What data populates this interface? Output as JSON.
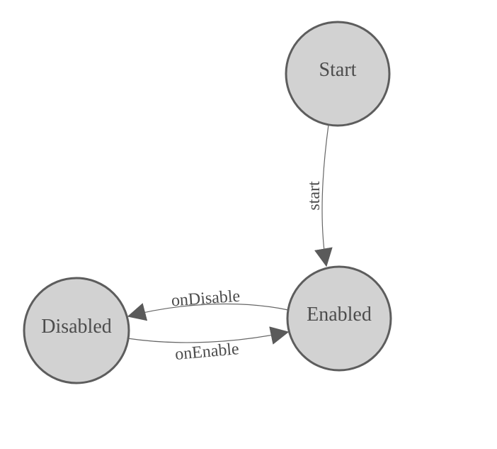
{
  "diagram": {
    "type": "state-machine",
    "nodes": [
      {
        "id": "start",
        "label": "Start"
      },
      {
        "id": "enabled",
        "label": "Enabled"
      },
      {
        "id": "disabled",
        "label": "Disabled"
      }
    ],
    "edges": [
      {
        "id": "start-transition",
        "label": "start",
        "from": "Start",
        "to": "Enabled"
      },
      {
        "id": "ondisable-transition",
        "label": "onDisable",
        "from": "Enabled",
        "to": "Disabled"
      },
      {
        "id": "onenable-transition",
        "label": "onEnable",
        "from": "Disabled",
        "to": "Enabled"
      }
    ]
  },
  "colors": {
    "background": "#ffffff",
    "node_fill": "#d2d2d2",
    "node_stroke": "#5d5d5d",
    "edge_stroke": "#666666",
    "arrow_fill": "#5a5a5a",
    "label_color": "#4c4c4c"
  }
}
